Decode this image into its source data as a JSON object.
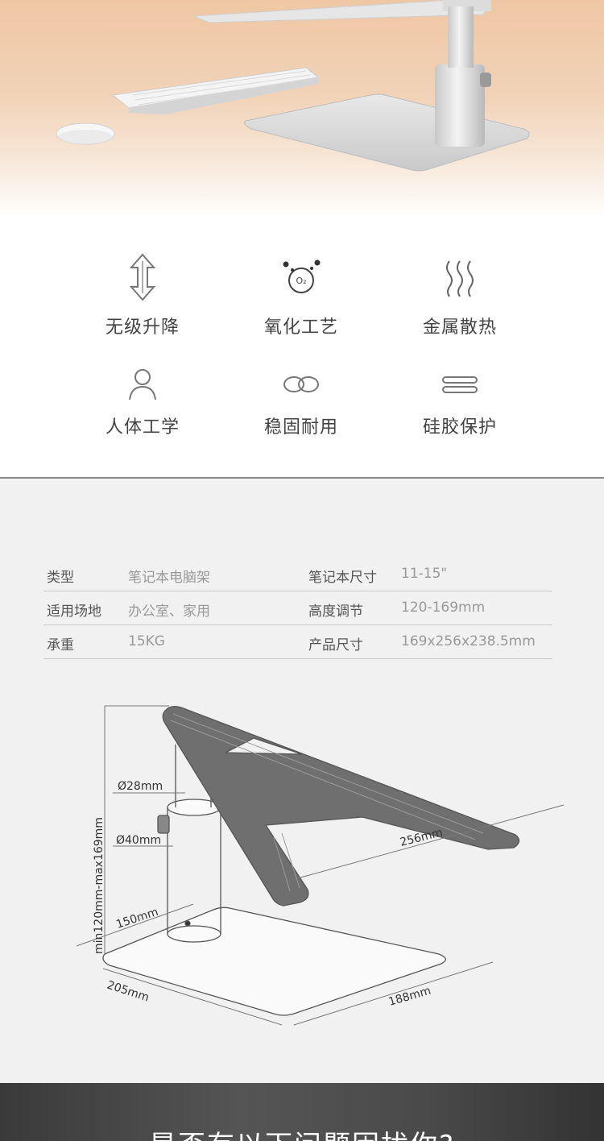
{
  "features": [
    {
      "label": "无级升降",
      "icon": "height-adjust-icon"
    },
    {
      "label": "氧化工艺",
      "icon": "oxidation-icon",
      "icon_text": "O₂"
    },
    {
      "label": "金属散热",
      "icon": "heat-dissipation-icon"
    },
    {
      "label": "人体工学",
      "icon": "ergonomic-person-icon"
    },
    {
      "label": "稳固耐用",
      "icon": "infinity-durable-icon"
    },
    {
      "label": "硅胶保护",
      "icon": "silicone-pad-icon"
    }
  ],
  "specs": [
    {
      "k1": "类型",
      "v1": "笔记本电脑架",
      "k2": "笔记本尺寸",
      "v2": "11-15\""
    },
    {
      "k1": "适用场地",
      "v1": "办公室、家用",
      "k2": "高度调节",
      "v2": "120-169mm"
    },
    {
      "k1": "承重",
      "v1": "15KG",
      "k2": "产品尺寸",
      "v2": "169x256x238.5mm"
    }
  ],
  "diagram": {
    "height_range": "min120mm-max169mm",
    "tube_diameter_small": "Ø28mm",
    "tube_diameter_large": "Ø40mm",
    "top_length": "256mm",
    "base_depth": "150mm",
    "base_width": "205mm",
    "base_length": "188mm"
  },
  "bottom": {
    "title": "是否有以下问题困扰你?"
  },
  "colors": {
    "hero_peach": "#efc7a4",
    "spec_bg": "#f1f1f1",
    "banner": "#444444"
  }
}
